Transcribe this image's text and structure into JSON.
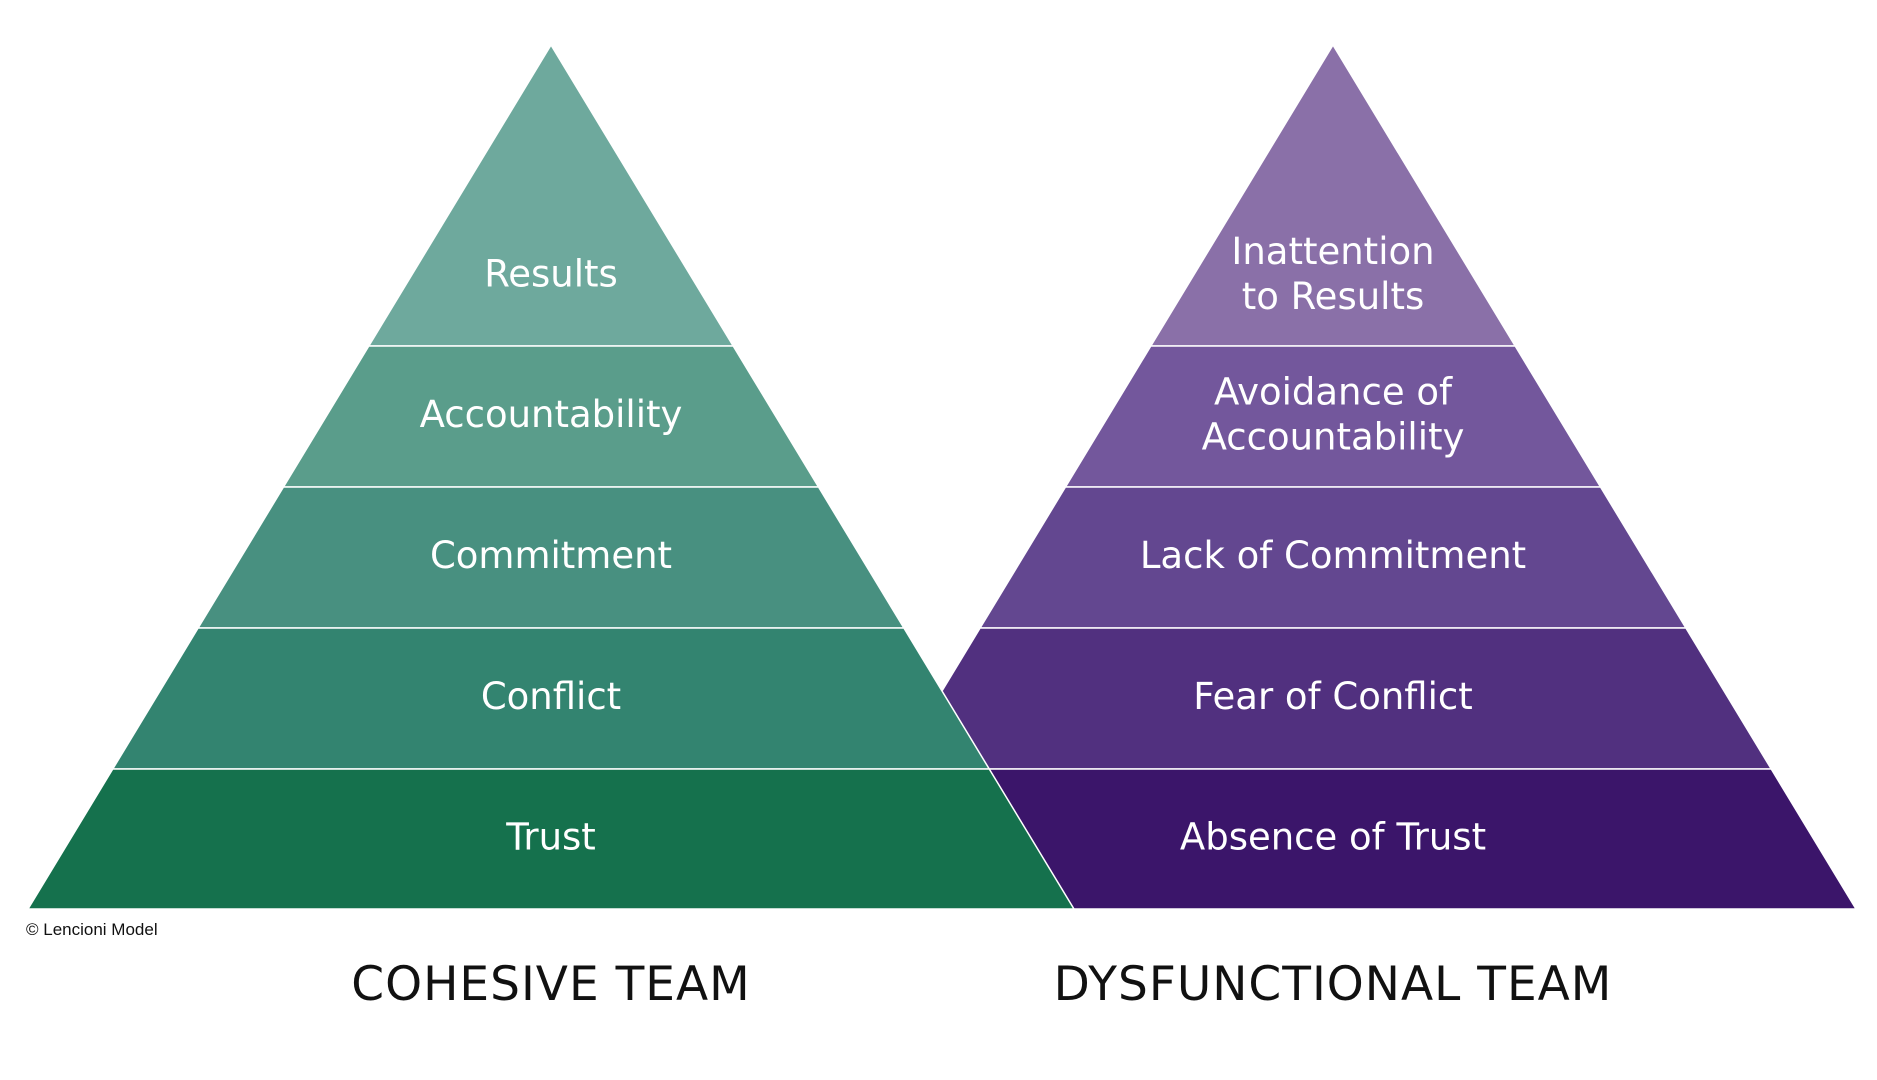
{
  "credit": "© Lencioni Model",
  "cohesive": {
    "title": "COHESIVE TEAM",
    "tiers": [
      {
        "lines": [
          "Results"
        ],
        "color": "#6ea99d"
      },
      {
        "lines": [
          "Accountability"
        ],
        "color": "#5a9d8b"
      },
      {
        "lines": [
          "Commitment"
        ],
        "color": "#489080"
      },
      {
        "lines": [
          "Conflict"
        ],
        "color": "#338470"
      },
      {
        "lines": [
          "Trust"
        ],
        "color": "#15714d"
      }
    ]
  },
  "dysfunctional": {
    "title": "DYSFUNCTIONAL TEAM",
    "tiers": [
      {
        "lines": [
          "Inattention",
          "to Results"
        ],
        "color": "#8a70a8"
      },
      {
        "lines": [
          "Avoidance of",
          "Accountability"
        ],
        "color": "#73579c"
      },
      {
        "lines": [
          "Lack of Commitment"
        ],
        "color": "#634790"
      },
      {
        "lines": [
          "Fear of Conflict"
        ],
        "color": "#51307f"
      },
      {
        "lines": [
          "Absence of Trust"
        ],
        "color": "#3b156a"
      }
    ]
  }
}
